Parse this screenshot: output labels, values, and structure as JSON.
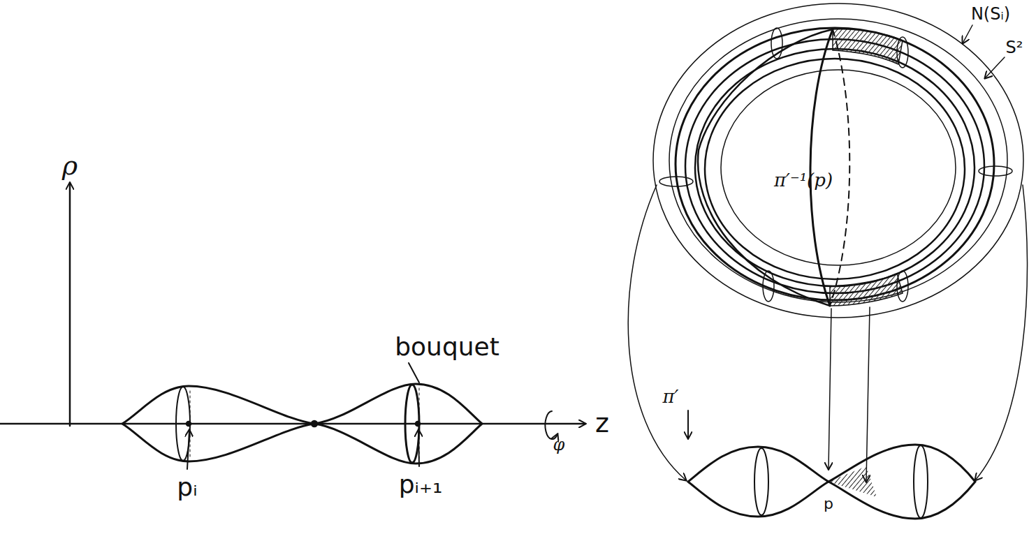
{
  "diagram": {
    "labels": [
      "ρ",
      "bouquet",
      "pᵢ",
      "pᵢ₊₁",
      "z",
      "φ",
      "N(Sᵢ)",
      "S²",
      "π′⁻¹(p)",
      "π′",
      "p"
    ]
  }
}
